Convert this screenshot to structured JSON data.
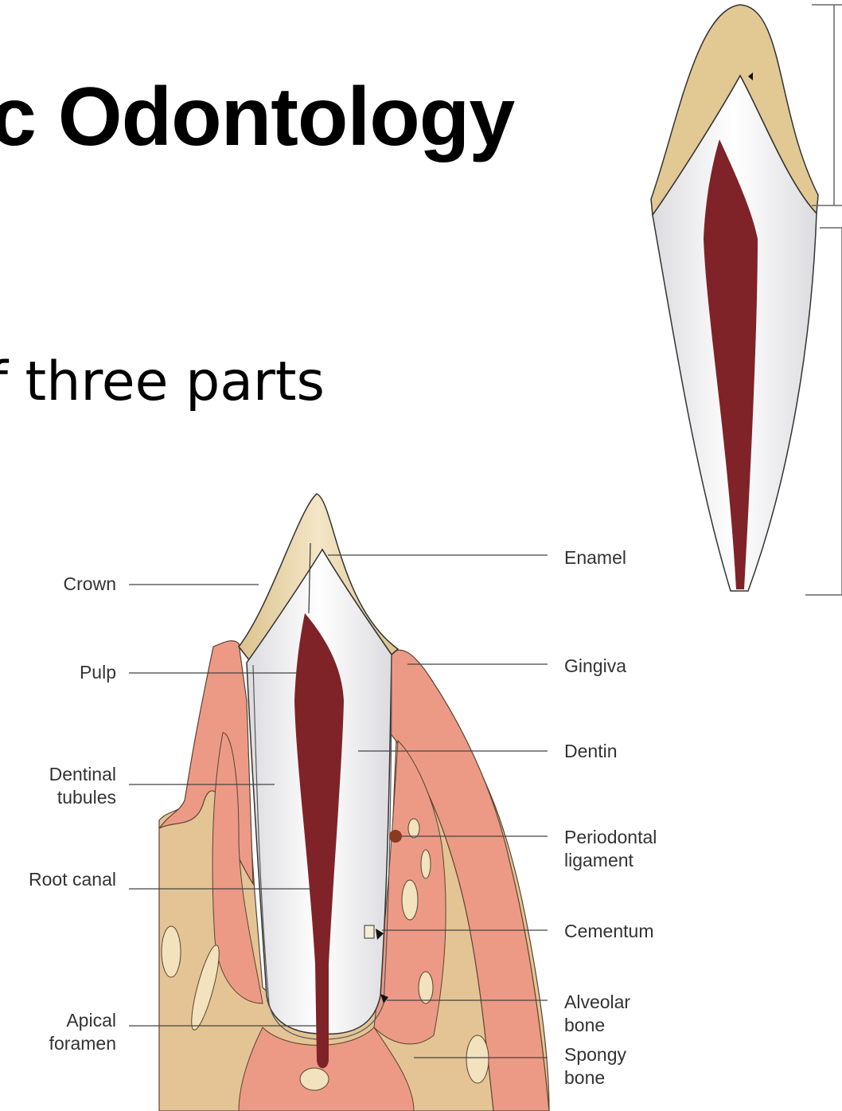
{
  "slide": {
    "title": "c Odontology",
    "subtitle": "f three parts"
  },
  "diagram": {
    "labels_left": [
      {
        "key": "crown",
        "text": "Crown"
      },
      {
        "key": "pulp",
        "text": "Pulp"
      },
      {
        "key": "dentinal_tubules",
        "text": "Dentinal\ntubules"
      },
      {
        "key": "root_canal",
        "text": "Root canal"
      },
      {
        "key": "apical_foramen",
        "text": "Apical\nforamen"
      }
    ],
    "labels_right": [
      {
        "key": "enamel",
        "text": "Enamel"
      },
      {
        "key": "gingiva",
        "text": "Gingiva"
      },
      {
        "key": "dentin",
        "text": "Dentin"
      },
      {
        "key": "periodontal_ligament",
        "text": "Periodontal\nligament"
      },
      {
        "key": "cementum",
        "text": "Cementum"
      },
      {
        "key": "alveolar_bone",
        "text": "Alveolar\nbone"
      },
      {
        "key": "spongy_bone",
        "text": "Spongy\nbone"
      }
    ],
    "colors": {
      "enamel": "#e8d3a6",
      "dentin": "#eeeef0",
      "pulp": "#7f2328",
      "gingiva": "#ec9a86",
      "bone": "#e4c495"
    }
  }
}
